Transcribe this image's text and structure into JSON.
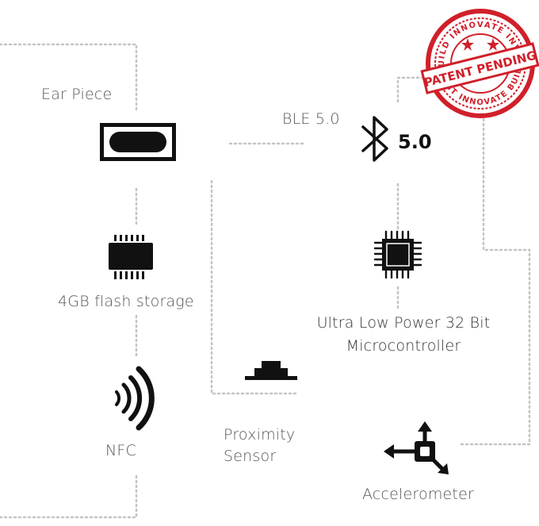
{
  "labels": {
    "ear_piece": "Ear Piece",
    "ble": "BLE 5.0",
    "ble_badge": "5.0",
    "flash_storage": "4GB flash storage",
    "mcu_line1": "Ultra Low Power 32 Bit",
    "mcu_line2": "Microcontroller",
    "proximity_line1": "Proximity",
    "proximity_line2": "Sensor",
    "nfc": "NFC",
    "accelerometer": "Accelerometer"
  },
  "stamp": {
    "main": "PATENT PENDING",
    "ring_top": "BUILD INNOVATE INVENT",
    "ring_bottom": "INVENT INNOVATE BUILD",
    "color": "#d0202a"
  },
  "icons": [
    "earpiece-icon",
    "bluetooth-icon",
    "chip-icon",
    "microcontroller-icon",
    "proximity-sensor-icon",
    "nfc-icon",
    "accelerometer-icon"
  ],
  "colors": {
    "connector": "#c4c4c4",
    "icon": "#111111",
    "label": "#555555"
  }
}
